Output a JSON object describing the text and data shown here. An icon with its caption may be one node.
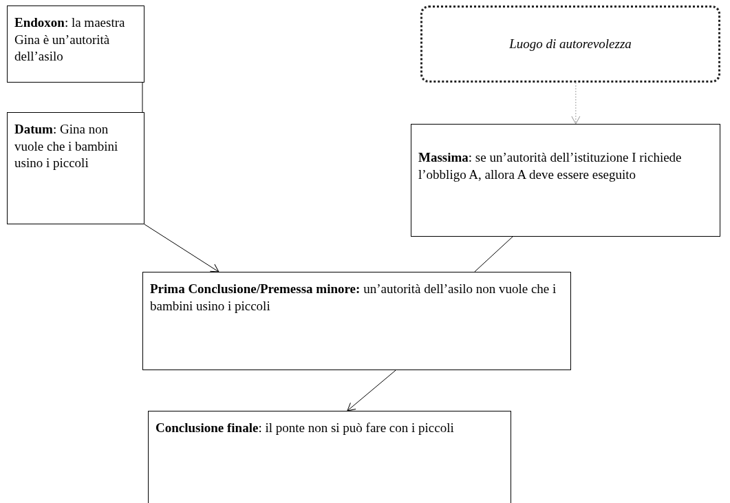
{
  "diagram": {
    "nodes": [
      {
        "text": [
          "**Endoxon**: la maestra Gina è un’autorità dell’asilo"
        ]
      },
      {
        "text": [
          "**Datum**: Gina non vuole che i bambini usino i piccoli"
        ]
      },
      {
        "text": [
          "Luogo di autorevolezza"
        ]
      },
      {
        "text": [
          "**Massima**: se un’autorità dell’istituzione I richiede l’obbligo A, allora A deve essere eseguito"
        ]
      },
      {
        "text": [
          "**Prima Conclusione/Premessa minore:** un’autorità dell’asilo non vuole che i bambini usino i piccoli"
        ]
      },
      {
        "text": [
          "**Conclusione finale**: il ponte non si può fare con i piccoli"
        ]
      }
    ],
    "edges": [
      {
        "from": 0,
        "to": 1,
        "arrow": "none"
      },
      {
        "from": 2,
        "to": 3,
        "arrow": "to",
        "style": "dashed",
        "color": "#a0a0a0"
      },
      {
        "from": 1,
        "to": 4,
        "arrow": "to"
      },
      {
        "from": 3,
        "to": 4,
        "arrow": "none"
      },
      {
        "from": 4,
        "to": 5,
        "arrow": "to"
      }
    ]
  }
}
